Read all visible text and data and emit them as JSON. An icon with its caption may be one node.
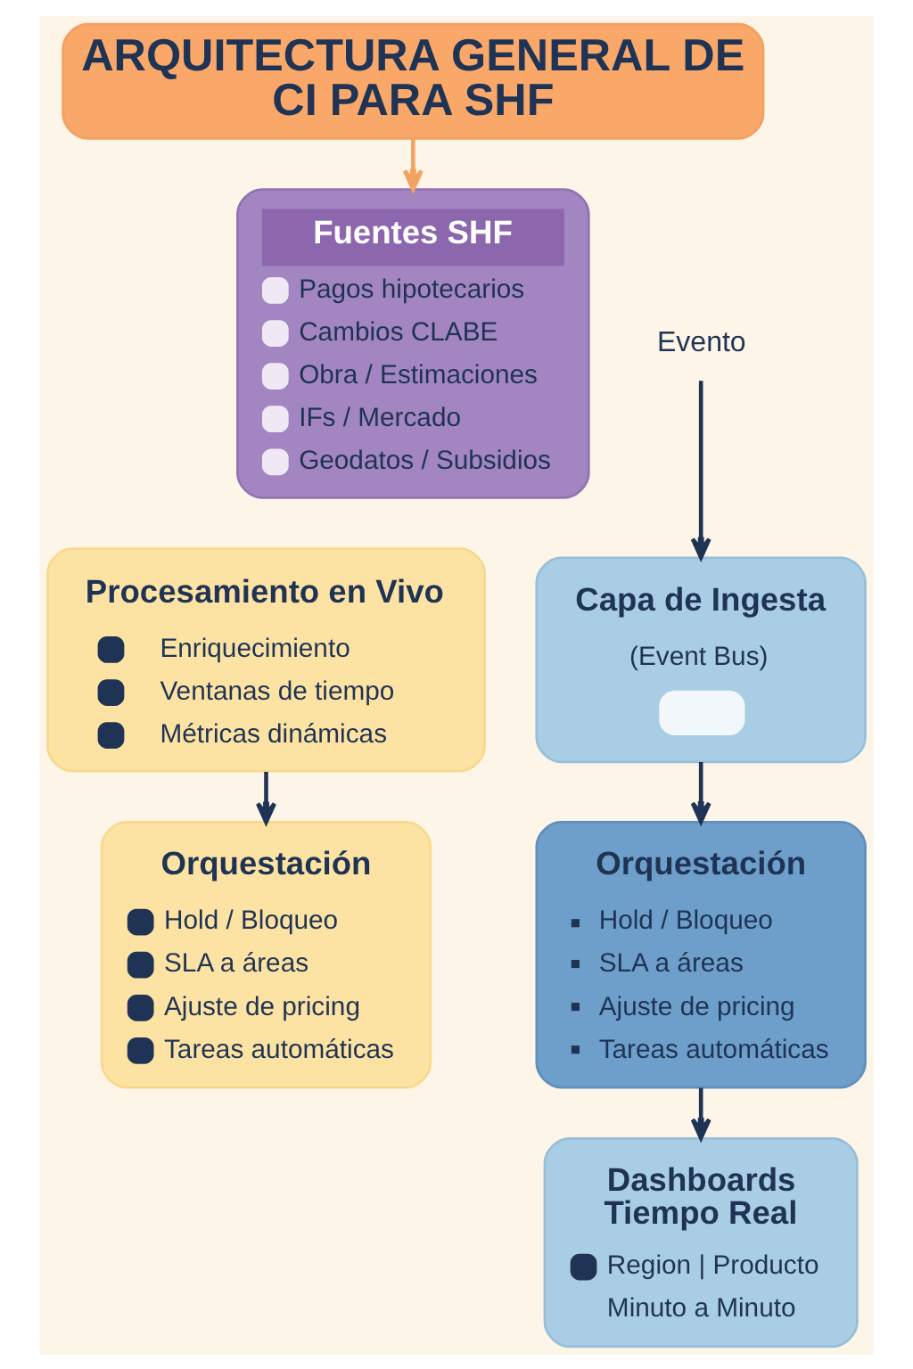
{
  "diagram": {
    "nodes": [
      {
        "text": [
          "ARQUITECTURA GENERAL DE CI PARA SHF"
        ]
      },
      {
        "text": [
          "Fuentes SHF",
          "Pagos hipotecarios",
          "Cambios CLABE",
          "Obra / Estimaciones",
          "IFs / Mercado",
          "Geodatos / Subsidios"
        ]
      },
      {
        "text": [
          "Evento"
        ]
      },
      {
        "text": [
          "Capa de Ingesta",
          "(Event Bus)"
        ]
      },
      {
        "text": [
          "Procesamiento en Vivo",
          "Enriquecimiento",
          "Ventanas de tiempo",
          "Métricas dinámicas"
        ]
      },
      {
        "text": [
          "Orquestación",
          "Hold / Bloqueo",
          "SLA a áreas",
          "Ajuste de pricing",
          "Tareas automáticas"
        ]
      },
      {
        "text": [
          "Orquestación",
          "Hold / Bloqueo",
          "SLA a áreas",
          "Ajuste de pricing",
          "Tareas automáticas"
        ]
      },
      {
        "text": [
          "Dashboards Tiempo Real",
          "Region | Producto",
          "Minuto a Minuto"
        ]
      }
    ],
    "edges": [
      {
        "from": 0,
        "to": 1,
        "arrow": "to",
        "color": "#f4a261"
      },
      {
        "from": 2,
        "to": 3,
        "arrow": "to"
      },
      {
        "from": 3,
        "to": 6,
        "arrow": "to"
      },
      {
        "from": 4,
        "to": 5,
        "arrow": "to"
      },
      {
        "from": 6,
        "to": 7,
        "arrow": "to"
      }
    ]
  }
}
